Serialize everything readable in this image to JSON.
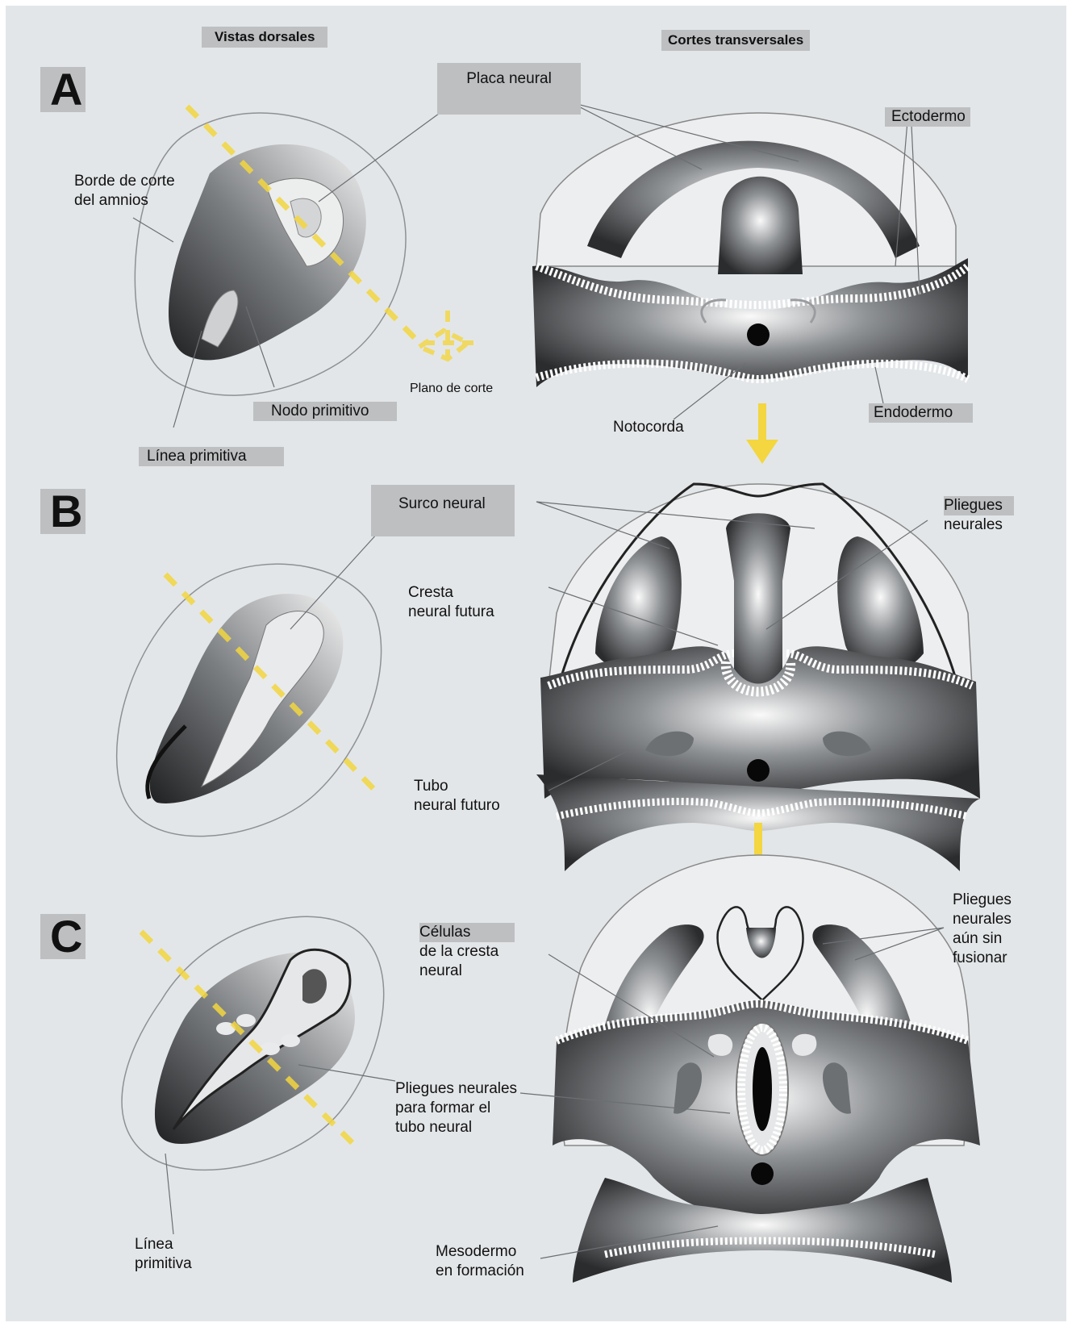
{
  "headers": {
    "dorsal": "Vistas dorsales",
    "transverse": "Cortes transversales"
  },
  "panels": [
    "A",
    "B",
    "C"
  ],
  "labels": {
    "placa_neural": "Placa neural",
    "ectodermo": "Ectodermo",
    "borde_amnios": "Borde de corte\ndel amnios",
    "plano_corte": "Plano de corte",
    "nodo_primitivo": "Nodo primitivo",
    "linea_primitiva_a": "Línea primitiva",
    "notocorda": "Notocorda",
    "endodermo": "Endodermo",
    "surco_neural": "Surco neural",
    "pliegues_neurales_b": "Pliegues\nneurales",
    "cresta_futura": "Cresta\nneural futura",
    "tubo_futuro": "Tubo\nneural futuro",
    "celulas_cresta": "Células\nde la cresta\nneural",
    "pliegues_sin_fusionar": "Pliegues\nneurales\naún sin\nfusionar",
    "pliegues_formar": "Pliegues neurales\npara formar el\ntubo neural",
    "linea_primitiva_c": "Línea\nprimitiva",
    "mesodermo": "Mesodermo\n en formación"
  },
  "colors": {
    "background": "#e3e6e8",
    "label_box": "#bdbfc1",
    "arrow": "#f3d640"
  }
}
